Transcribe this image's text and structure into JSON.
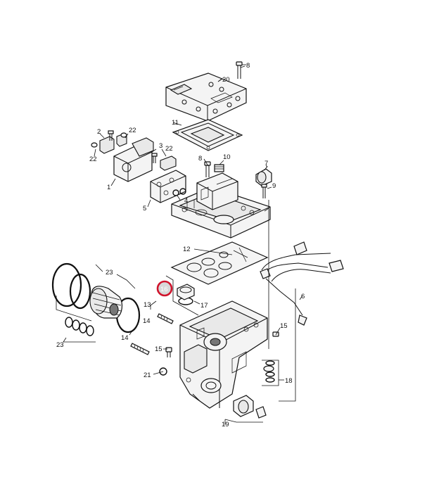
{
  "diagram": {
    "highlight_color": "#d0142c",
    "highlighted_part": "16",
    "labels": {
      "p1": "1",
      "p2": "2",
      "p3": "3",
      "p4": "4",
      "p5": "5",
      "p6": "6",
      "p7": "7",
      "p8a": "8",
      "p8b": "8",
      "p9": "9",
      "p10": "10",
      "p11": "11",
      "p12": "12",
      "p13": "13",
      "p14a": "14",
      "p14b": "14",
      "p15a": "15",
      "p15b": "15",
      "p16": "16",
      "p17": "17",
      "p18": "18",
      "p19": "19",
      "p20": "20",
      "p21": "21",
      "p22a": "22",
      "p22b": "22",
      "p22c": "22",
      "p23a": "23",
      "p23b": "23"
    }
  }
}
